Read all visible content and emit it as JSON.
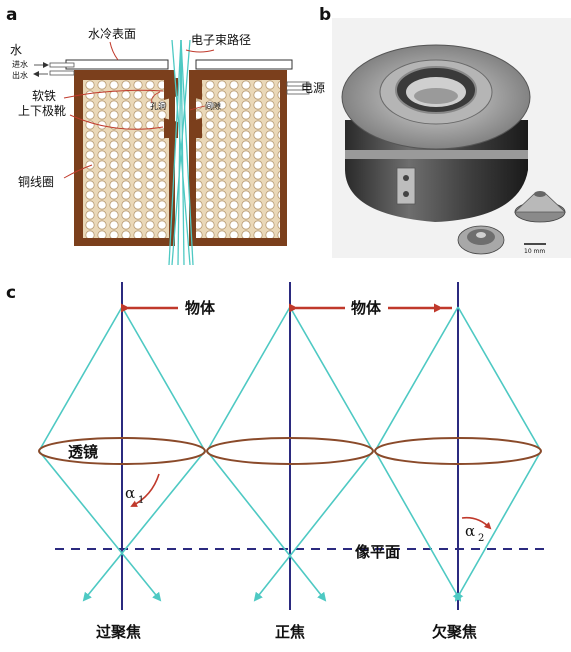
{
  "panels": {
    "a": {
      "letter": "a",
      "labels": {
        "water": "水",
        "water_in": "进水",
        "water_out": "出水",
        "water_cooled_surface": "水冷表面",
        "electron_beam_path": "电子束路径",
        "power_supply": "电源",
        "soft_iron_pole_pieces": [
          "软铁",
          "上下极靴"
        ],
        "bore": "孔洞",
        "gap": "间隙",
        "copper_coil": "铜线圈"
      }
    },
    "b": {
      "letter": "b",
      "scale_bar": "10 mm"
    },
    "c": {
      "letter": "c",
      "labels": {
        "object_left": "物体",
        "object_right": "物体",
        "lens": "透镜",
        "image_plane": "像平面",
        "alpha": "α",
        "alpha1_sub": "1",
        "alpha2_sub": "2"
      },
      "cases": [
        "过聚焦",
        "正焦",
        "欠聚焦"
      ]
    }
  },
  "colors": {
    "axis": "#2b2a7f",
    "ray": "#4ec9c3",
    "lens": "#8a4a2a",
    "arrow": "#c0392b",
    "coil_frame": "#7b3f1c",
    "coil_wire": "#ead8b8"
  }
}
